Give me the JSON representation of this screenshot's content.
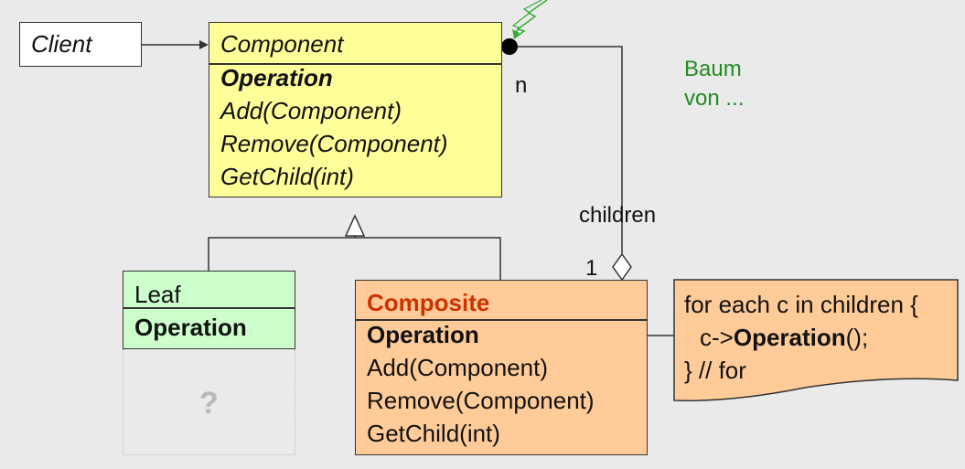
{
  "client": {
    "label": "Client"
  },
  "component": {
    "name": "Component",
    "operations": [
      "Operation",
      "Add(Component)",
      "Remove(Component)",
      "GetChild(int)"
    ],
    "fill": "#ffff99"
  },
  "leaf": {
    "name": "Leaf",
    "operation": "Operation",
    "placeholder": "?",
    "fill": "#ccffcc"
  },
  "composite": {
    "name": "Composite",
    "operations": [
      "Operation",
      "Add(Component)",
      "Remove(Component)",
      "GetChild(int)"
    ],
    "fill": "#ffcc99",
    "name_color": "#cc3300"
  },
  "association": {
    "multiplicity_many": "n",
    "multiplicity_one": "1",
    "role": "children"
  },
  "annotation": {
    "line1": "Baum",
    "line2": "von ...",
    "color": "#228b22"
  },
  "note": {
    "line1": "for each c in children {",
    "line2_prefix": "c->",
    "line2_bold": "Operation",
    "line2_suffix": "();",
    "line3": "} // for"
  }
}
